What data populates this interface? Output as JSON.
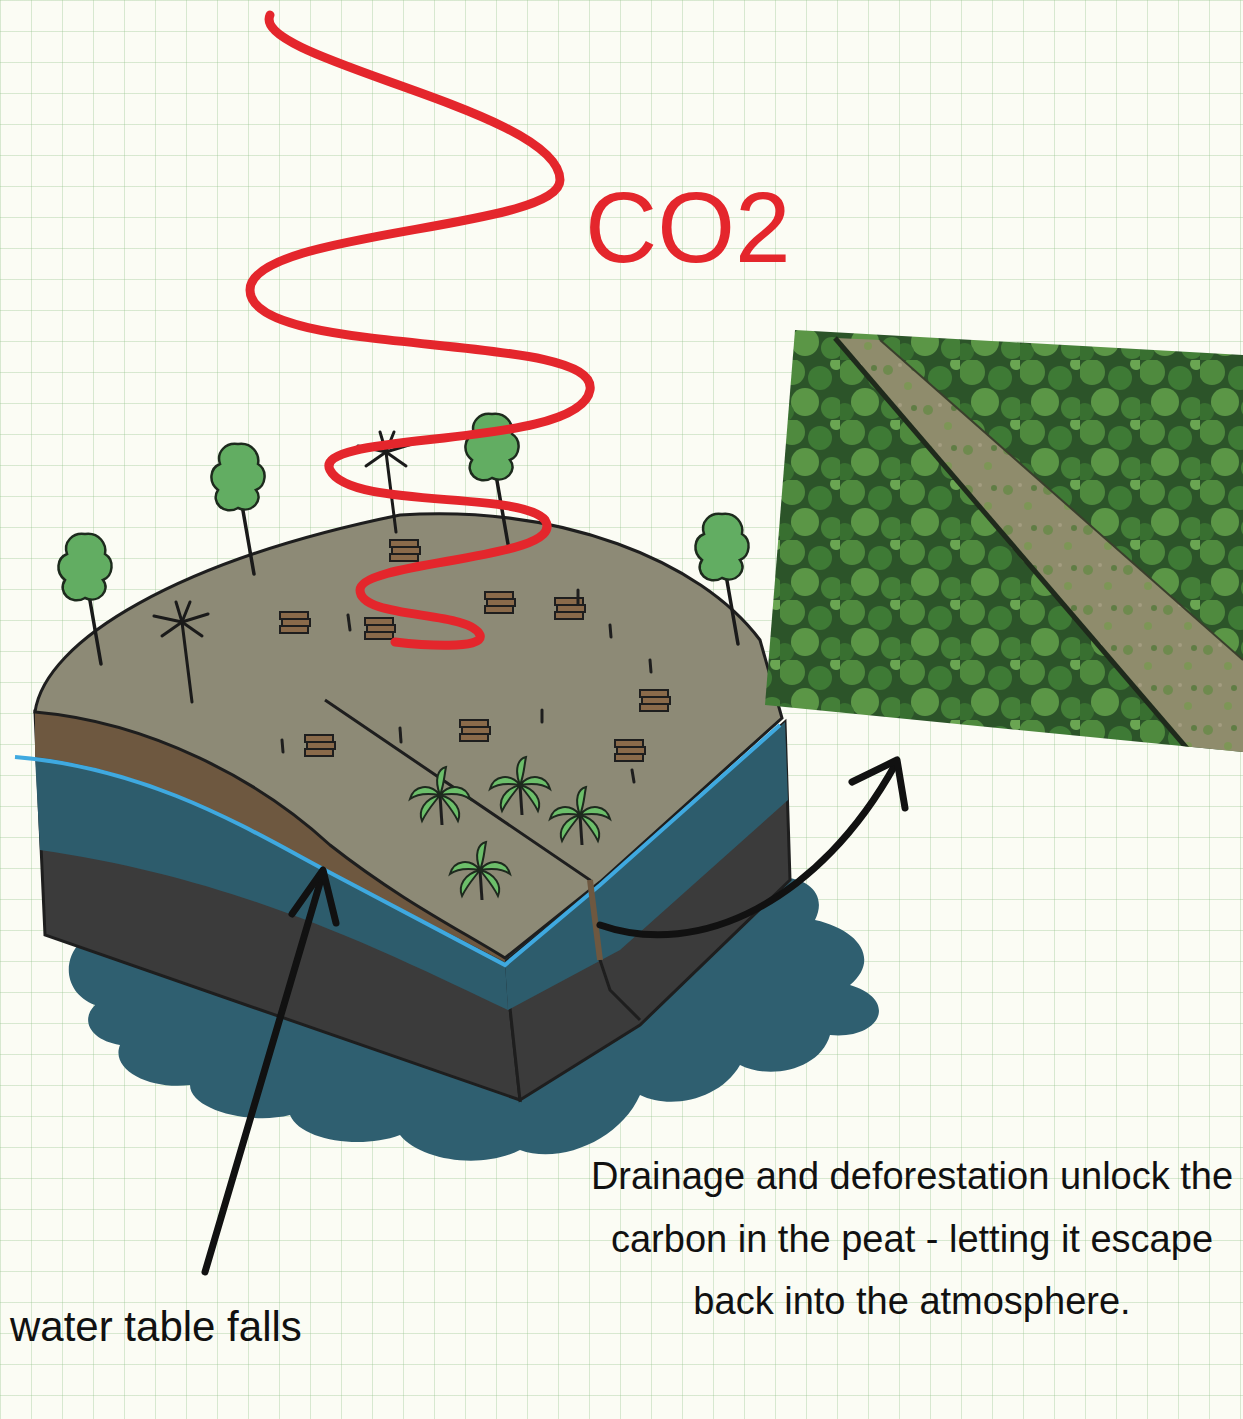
{
  "diagram": {
    "labels": [
      "CO2",
      "water table falls",
      "Drainage and deforestation unlock the carbon in the peat - letting it escape back into the atmosphere."
    ]
  }
}
